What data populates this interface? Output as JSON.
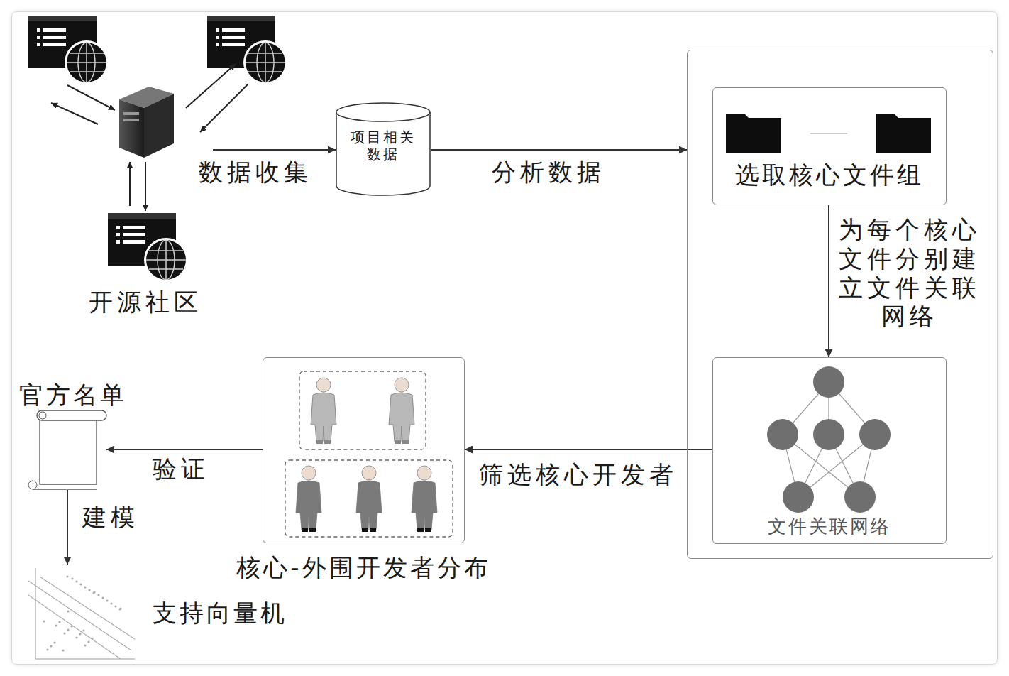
{
  "diagram": {
    "nodes": [
      {
        "text": [
          "开源社区"
        ]
      },
      {
        "text": [
          "项目相关 数据"
        ]
      },
      {
        "text": []
      },
      {
        "text": [
          "选取核心文件组"
        ],
        "in": 2
      },
      {
        "text": [
          "文件关联网络"
        ],
        "in": 2
      },
      {
        "text": [
          "核心-外围开发者分布"
        ]
      },
      {
        "text": [
          "官方名单"
        ]
      },
      {
        "text": [
          "支持向量机"
        ]
      }
    ],
    "edges": [
      {
        "from": 0,
        "to": 1,
        "arrow": "to",
        "label": "数据收集"
      },
      {
        "from": 1,
        "to": 2,
        "arrow": "to",
        "label": "分析数据"
      },
      {
        "from": 3,
        "to": 4,
        "arrow": "to",
        "label": "为每个核心文件分别建立文件关联网络"
      },
      {
        "from": 4,
        "to": 5,
        "arrow": "to",
        "label": "筛选核心开发者"
      },
      {
        "from": 5,
        "to": 6,
        "arrow": "to",
        "label": "验证"
      },
      {
        "from": 6,
        "to": 7,
        "arrow": "to",
        "label": "建模"
      }
    ]
  }
}
